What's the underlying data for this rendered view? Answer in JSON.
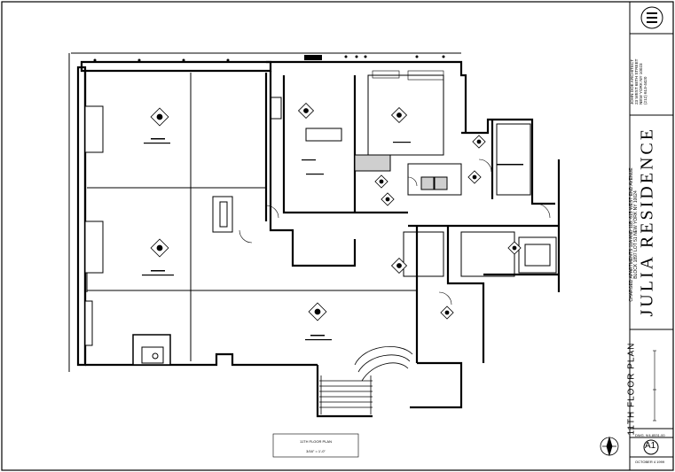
{
  "title_block": {
    "project_title": "JULIA RESIDENCE",
    "project_sub1": "CHARGED APARTMENTS 11A AND 11B, 615 WEST END AVENUE",
    "project_sub2": "BLOCK 1897 LOT 51 NEW YORK NY 10024",
    "architect_lines": [
      "JOHN DOE ARCHITECT",
      "23 WEST 68TH STREET",
      "NEW YORK NY 10023",
      "(212) 613-4420"
    ],
    "sheet_title": "11TH FLOOR PLAN",
    "sheet_number": "A1",
    "drawing_number": "DWG. 9/4-8531-00",
    "date": "OCTOBER 4 1999"
  },
  "plan": {
    "caption": "11TH FLOOR PLAN",
    "scale": "3/16\" = 1'-0\""
  },
  "colors": {
    "line": "#000000",
    "paper": "#ffffff",
    "fill": "#cfcfcf"
  }
}
